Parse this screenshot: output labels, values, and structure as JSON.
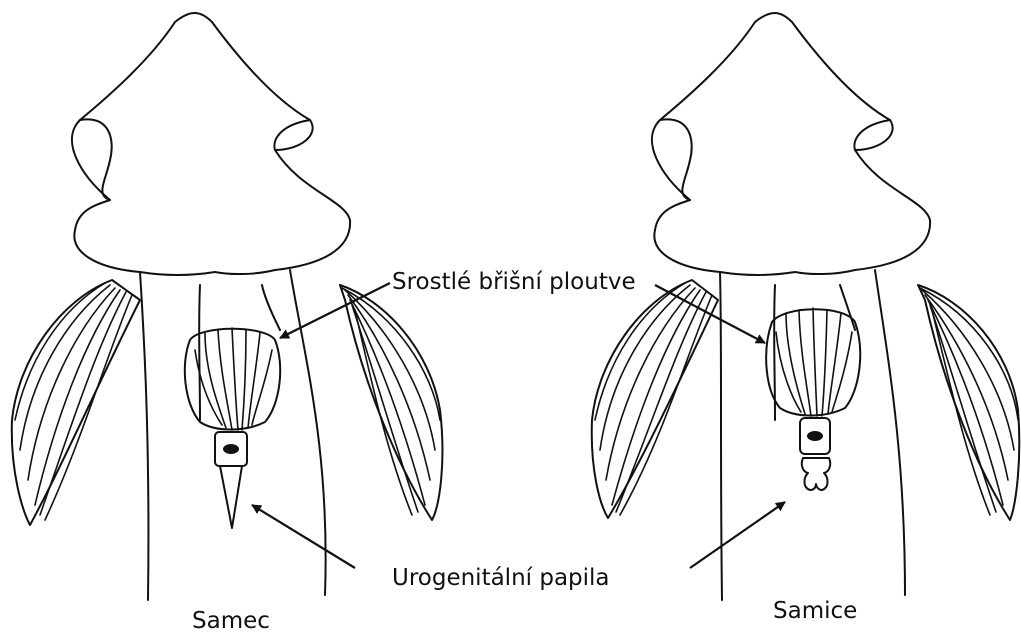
{
  "labels": {
    "fused_pelvic_fins": "Srostlé břišní ploutve",
    "urogenital_papilla": "Urogenitální papila",
    "male": "Samec",
    "female": "Samice"
  },
  "colors": {
    "line": "#111111",
    "background": "#ffffff"
  }
}
